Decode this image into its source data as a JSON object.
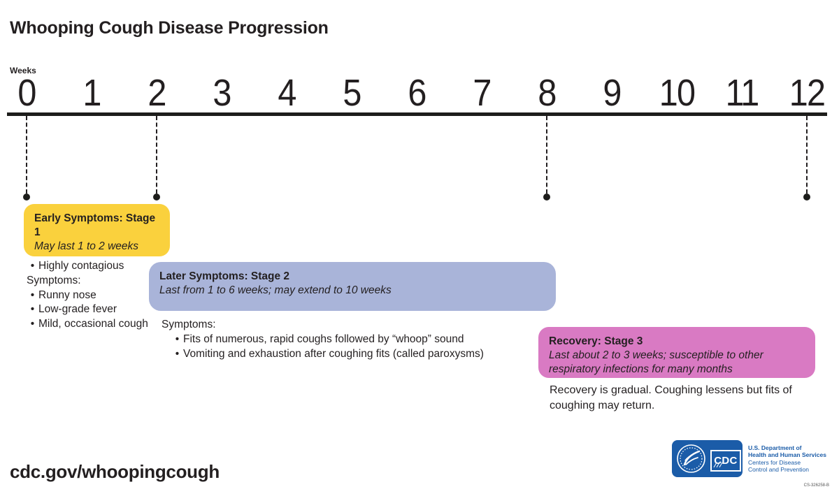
{
  "header": {
    "title": "Whooping Cough Disease Progression"
  },
  "timeline": {
    "axis_label": "Weeks",
    "ticks": [
      "0",
      "1",
      "2",
      "3",
      "4",
      "5",
      "6",
      "7",
      "8",
      "9",
      "10",
      "11",
      "12"
    ],
    "marker_weeks": [
      0,
      2,
      8,
      12
    ],
    "line_color": "#1d1d1b"
  },
  "stage1": {
    "title": "Early Symptoms: Stage 1",
    "duration": "May last 1 to 2 weeks",
    "week_span": [
      0,
      2
    ],
    "color": "#fad13d",
    "lines": [
      "Highly contagious",
      "Symptoms:",
      "Runny nose",
      "Low-grade fever",
      "Mild, occasional cough"
    ]
  },
  "stage2": {
    "title": "Later Symptoms: Stage 2",
    "duration": "Last from 1 to 6 weeks; may extend to 10 weeks",
    "week_span": [
      2,
      8
    ],
    "color": "#a9b4d9",
    "symptoms_label": "Symptoms:",
    "bullets": [
      "Fits of numerous, rapid coughs followed by “whoop” sound",
      "Vomiting and exhaustion after coughing fits (called paroxysms)"
    ]
  },
  "stage3": {
    "title": "Recovery: Stage 3",
    "duration": "Last about 2 to 3 weeks; susceptible to other respiratory infections for many months",
    "week_span": [
      8,
      12
    ],
    "color": "#d97ac3",
    "note": "Recovery is gradual. Coughing lessens but fits of coughing may return."
  },
  "footer": {
    "url": "cdc.gov/whoopingcough",
    "logo": {
      "acronym": "CDC",
      "dept_line1": "U.S. Department of",
      "dept_line2": "Health and Human Services",
      "dept_line3": "Centers for Disease",
      "dept_line4": "Control and Prevention",
      "doc_code": "CS-326258-B",
      "blue": "#1b5ca8"
    }
  }
}
